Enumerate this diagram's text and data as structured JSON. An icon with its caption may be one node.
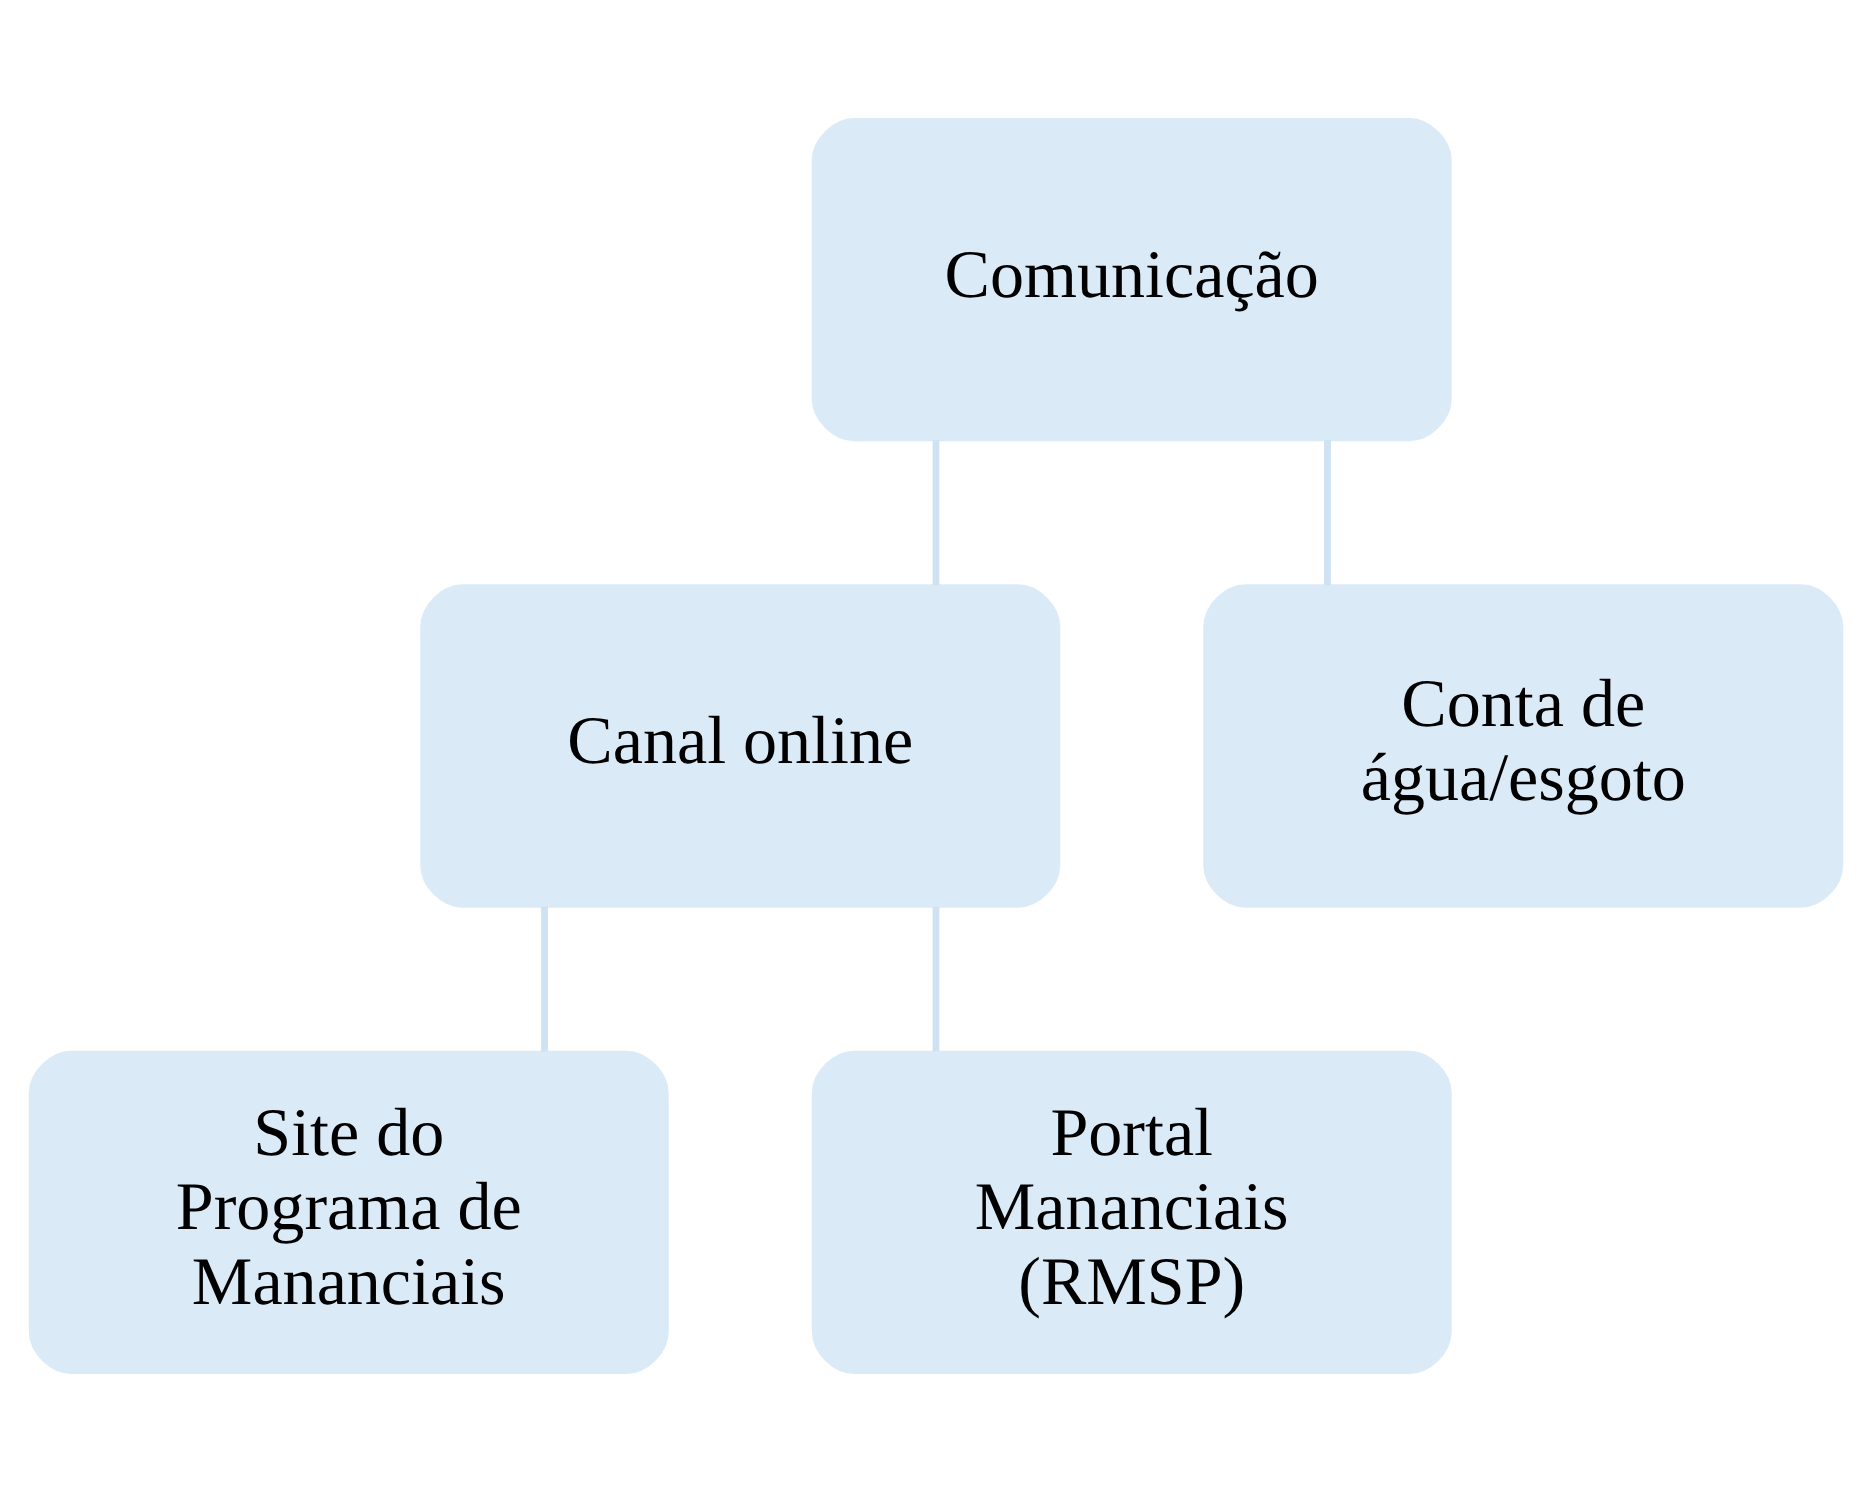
{
  "diagram": {
    "nodes": [
      {
        "text": [
          "Comunicação"
        ]
      },
      {
        "text": [
          "Canal online"
        ]
      },
      {
        "text": [
          "Conta de água/esgoto"
        ]
      },
      {
        "text": [
          "Site do Programa de Mananciais"
        ]
      },
      {
        "text": [
          "Portal Mananciais (RMSP)"
        ]
      }
    ],
    "edges": [
      {
        "from": 0,
        "to": 1,
        "arrow": "none"
      },
      {
        "from": 0,
        "to": 2,
        "arrow": "none"
      },
      {
        "from": 1,
        "to": 3,
        "arrow": "none"
      },
      {
        "from": 1,
        "to": 4,
        "arrow": "none"
      }
    ]
  }
}
